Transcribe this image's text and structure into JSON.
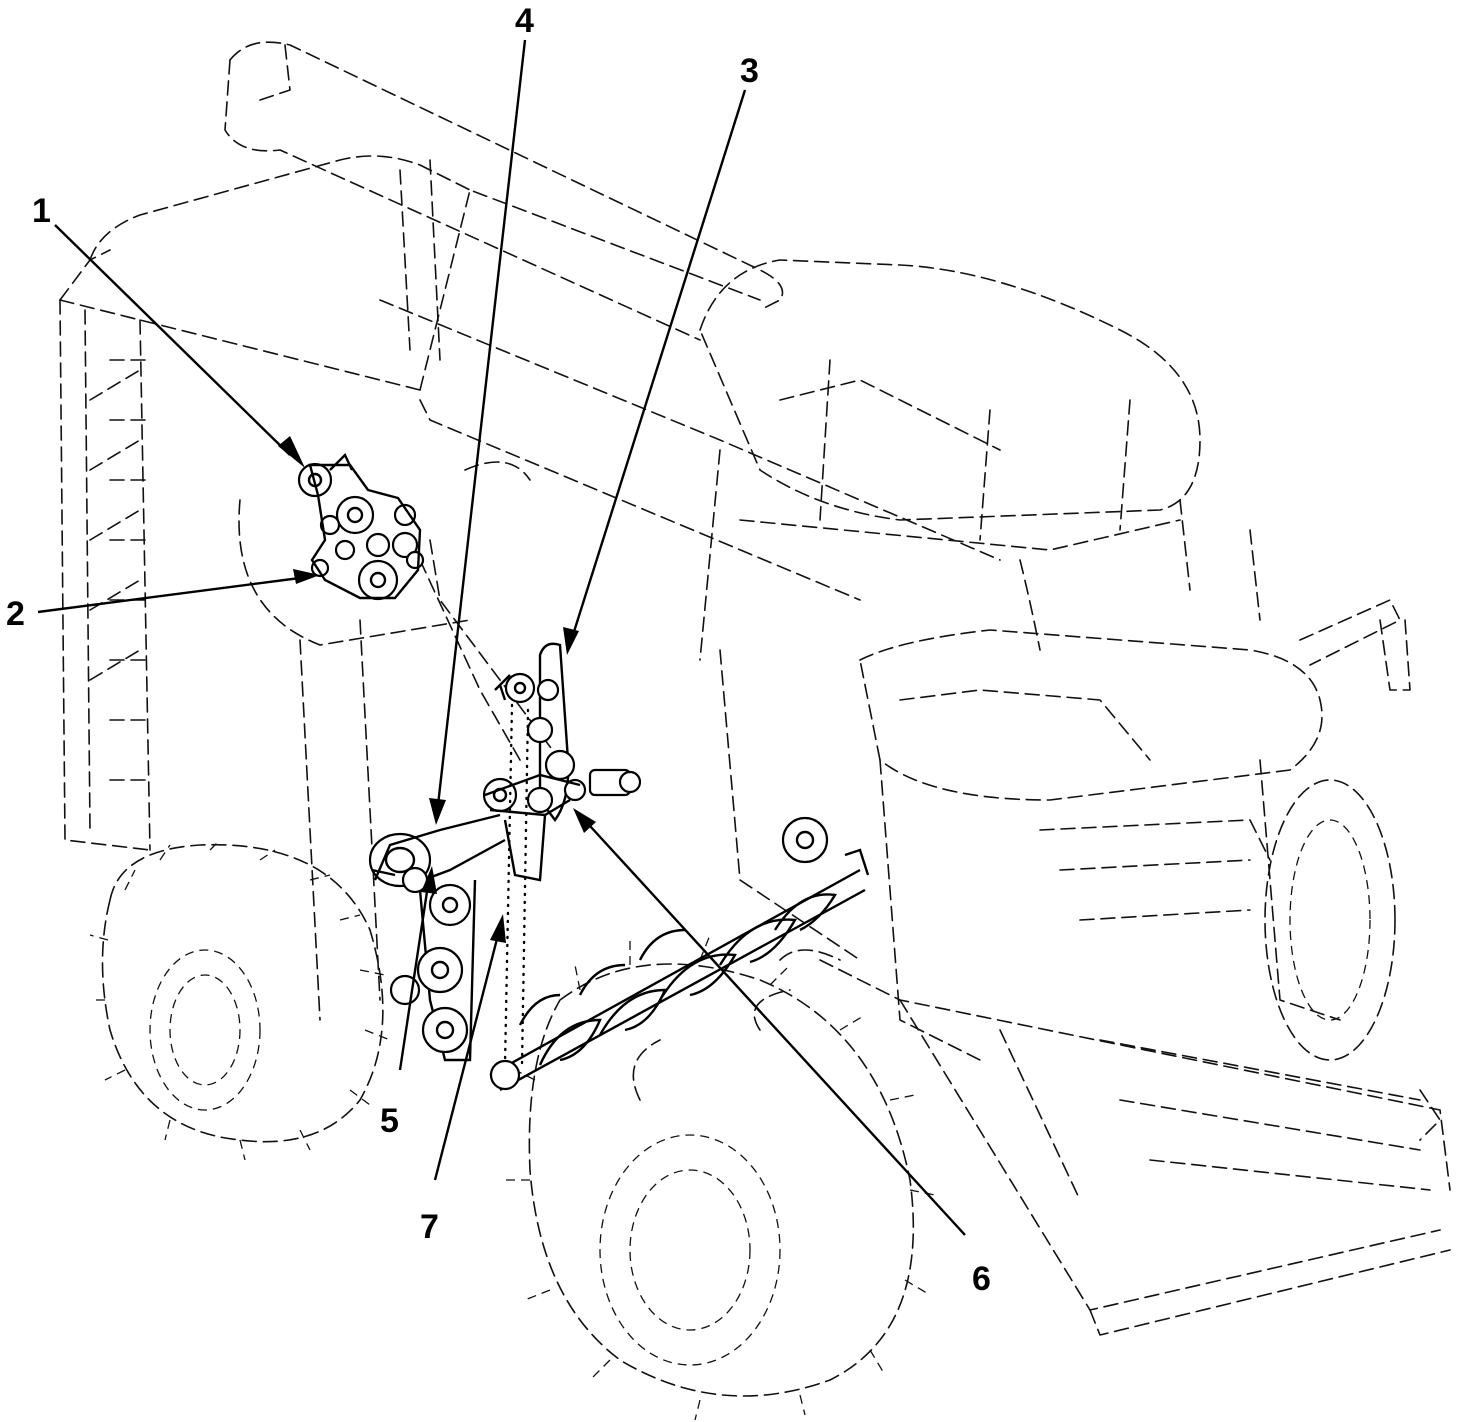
{
  "callouts": [
    {
      "label": "1"
    },
    {
      "label": "2"
    },
    {
      "label": "3"
    },
    {
      "label": "4"
    },
    {
      "label": "5"
    },
    {
      "label": "6"
    },
    {
      "label": "7"
    }
  ]
}
